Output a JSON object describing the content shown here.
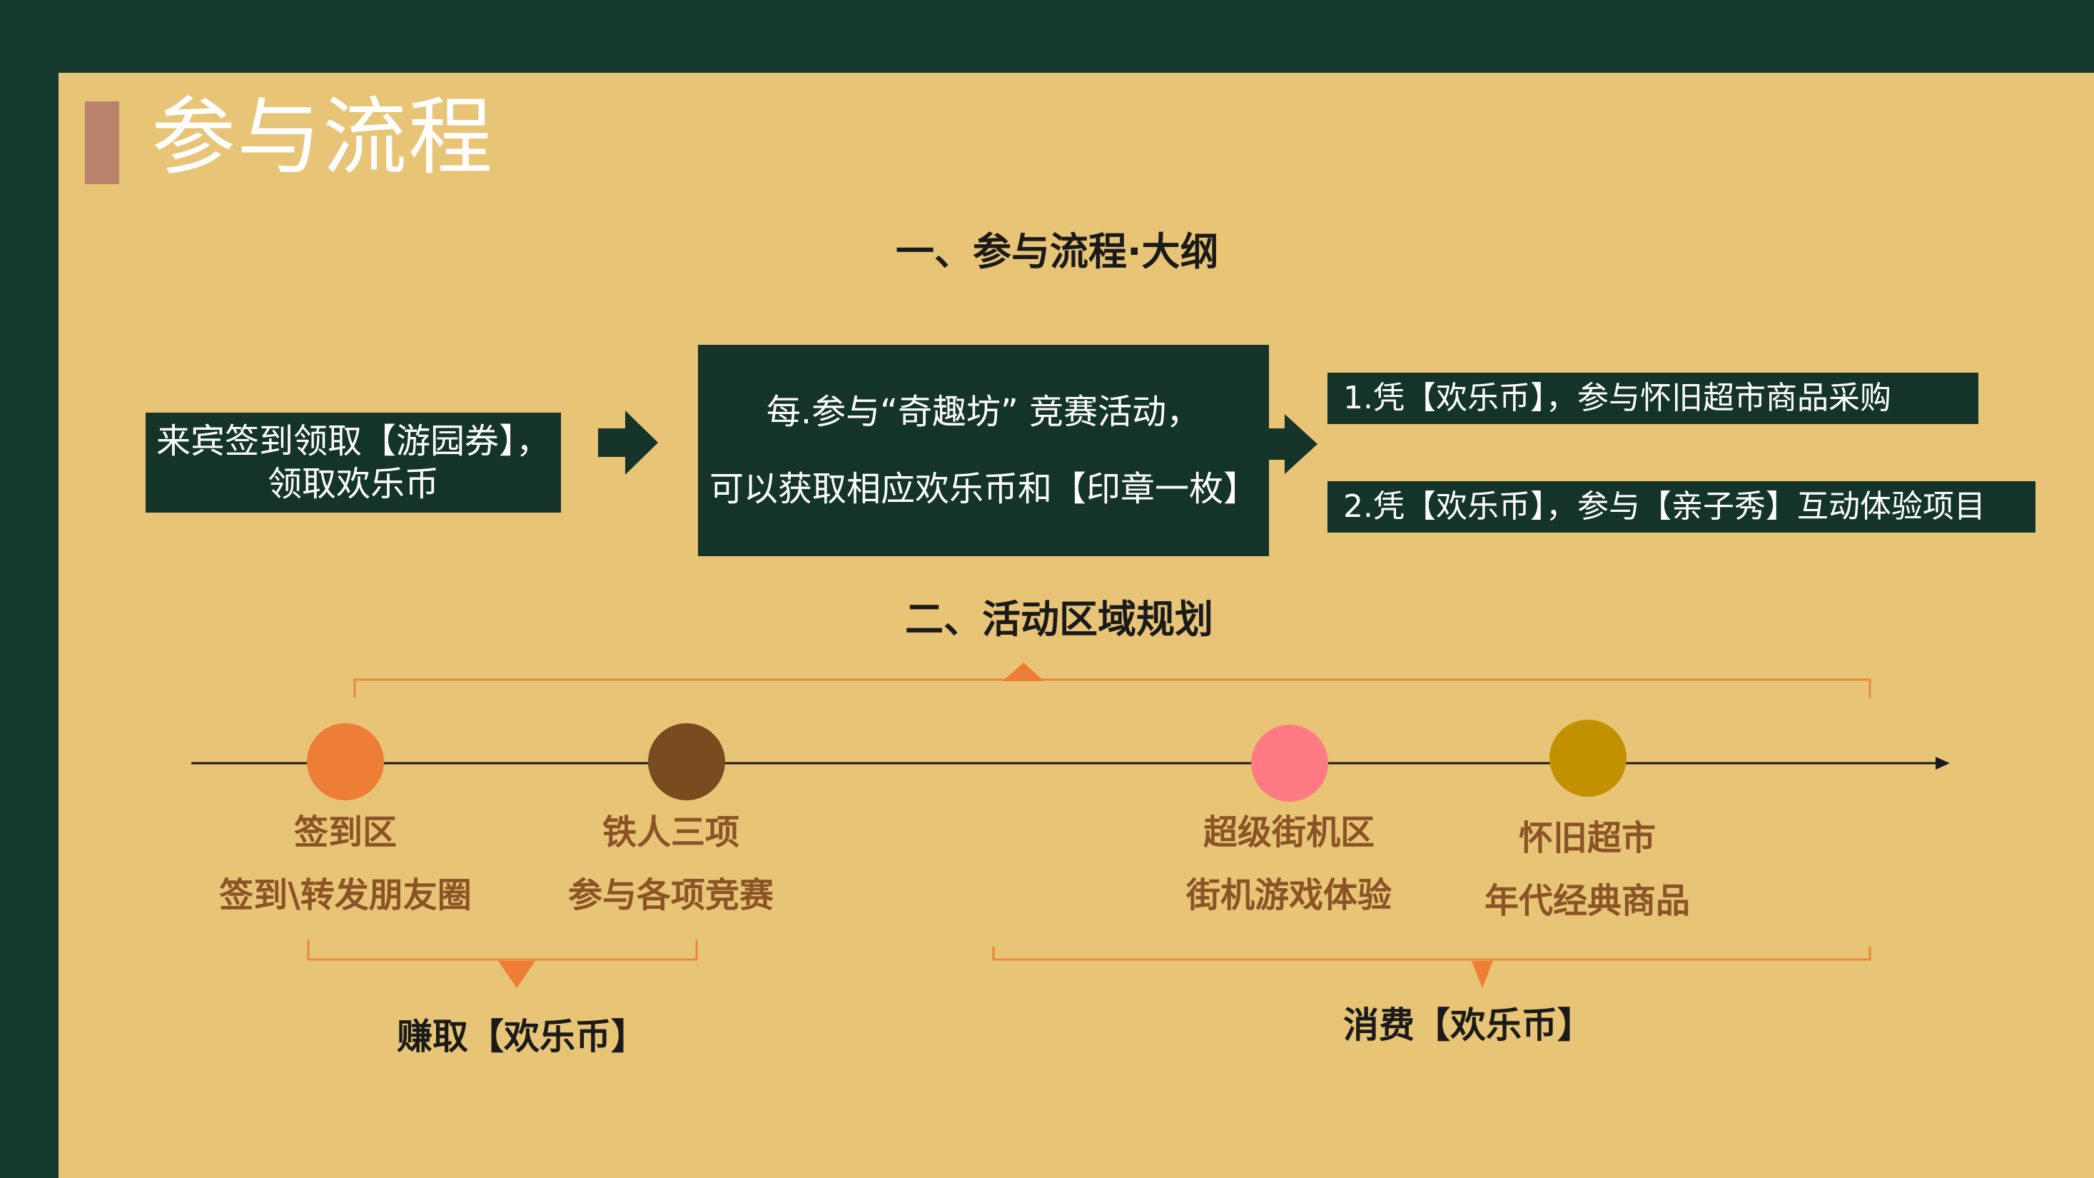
{
  "title": "参与流程",
  "colors": {
    "frame": "#163a30",
    "slide_bg": "#e8c477",
    "accent_bar": "#b9826a",
    "box_bg": "#143429",
    "bracket": "#e8893a",
    "label": "#8a5426",
    "circles": [
      "#ee7d35",
      "#7a4b1e",
      "#ff7b84",
      "#c29100"
    ]
  },
  "section1": {
    "heading": "一、参与流程·大纲",
    "step1": {
      "line1": "来宾签到领取【游园券】，",
      "line2": "领取欢乐币"
    },
    "step2": {
      "line1": "每.参与“奇趣坊” 竞赛活动，",
      "line2": "可以获取相应欢乐币和【印章一枚】"
    },
    "outcomes": [
      "1.凭【欢乐币】，参与怀旧超市商品采购",
      "2.凭【欢乐币】，参与【亲子秀】互动体验项目"
    ]
  },
  "section2": {
    "heading": "二、活动区域规划",
    "zones": [
      {
        "name": "签到区",
        "desc": "签到\\转发朋友圈",
        "color": "#ee7d35"
      },
      {
        "name": "铁人三项",
        "desc": "参与各项竞赛",
        "color": "#7a4b1e"
      },
      {
        "name": "超级街机区",
        "desc": "街机游戏体验",
        "color": "#ff7b84"
      },
      {
        "name": "怀旧超市",
        "desc": "年代经典商品",
        "color": "#c29100"
      }
    ],
    "earn_label": "赚取【欢乐币】",
    "spend_label": "消费【欢乐币】"
  }
}
